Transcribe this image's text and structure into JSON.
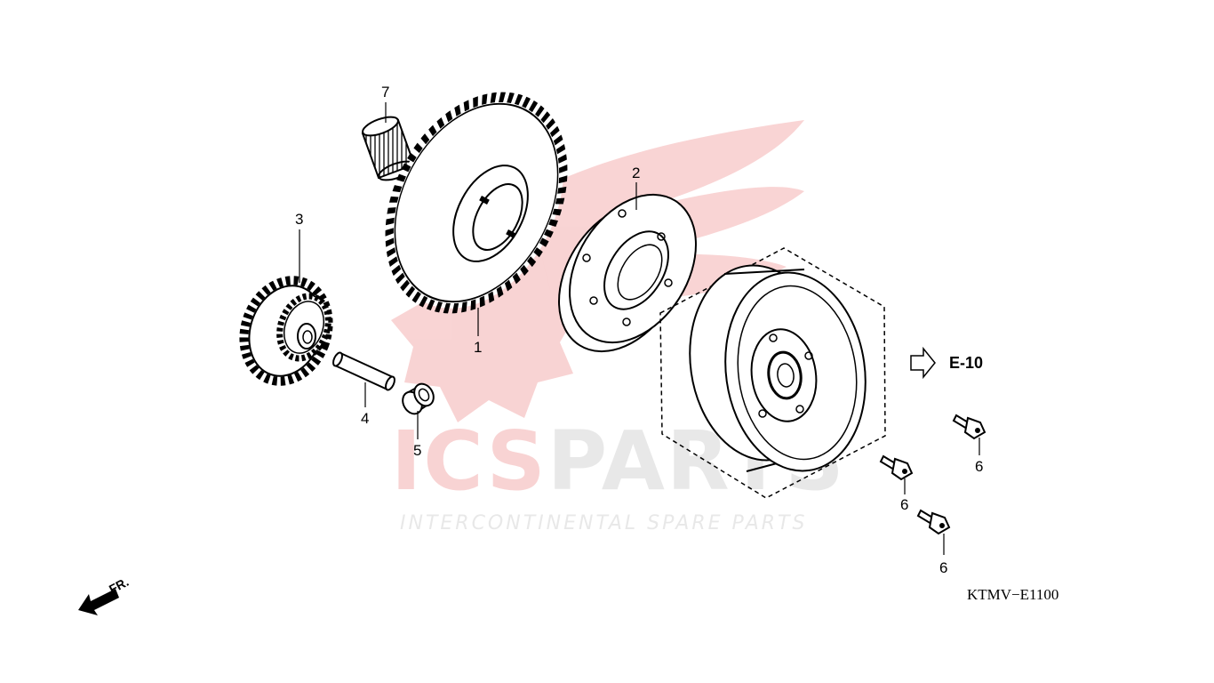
{
  "diagram": {
    "parts": [
      {
        "number": "1",
        "name": "starter-driven-gear"
      },
      {
        "number": "2",
        "name": "starter-clutch-outer"
      },
      {
        "number": "3",
        "name": "starter-reduction-gear"
      },
      {
        "number": "4",
        "name": "reduction-gear-shaft"
      },
      {
        "number": "5",
        "name": "collar"
      },
      {
        "number": "6",
        "name": "bolt"
      },
      {
        "number": "6",
        "name": "bolt"
      },
      {
        "number": "6",
        "name": "bolt"
      },
      {
        "number": "7",
        "name": "needle-bearing"
      }
    ],
    "reference_label": "E-10",
    "front_label": "FR.",
    "diagram_code": "KTMV−E1100"
  },
  "watermark": {
    "brand_prefix": "ICS",
    "brand_suffix": "PARTS",
    "tagline": "INTERCONTINENTAL SPARE PARTS",
    "colors": {
      "red": "#e23a3a",
      "gray": "#c8c8c8"
    }
  }
}
